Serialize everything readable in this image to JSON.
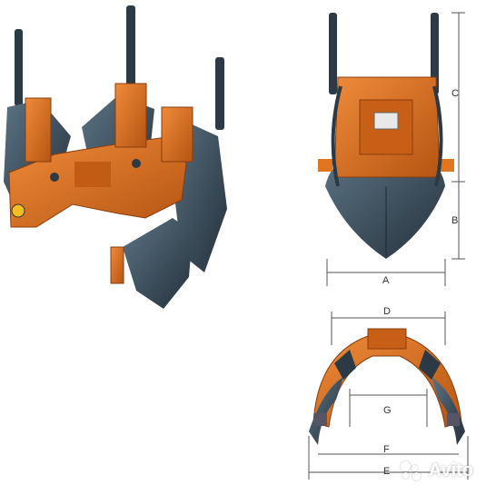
{
  "labels": {
    "a": "A",
    "b": "B",
    "c": "C",
    "d": "D",
    "e": "E",
    "f": "F",
    "g": "G"
  },
  "watermark": {
    "text": "Avito"
  },
  "colors": {
    "frame": "#d86a1e",
    "frame_dark": "#9a4510",
    "blade": "#3f5566",
    "blade_dark": "#26323c",
    "cylinder": "#2c3a46",
    "line": "#555555"
  }
}
